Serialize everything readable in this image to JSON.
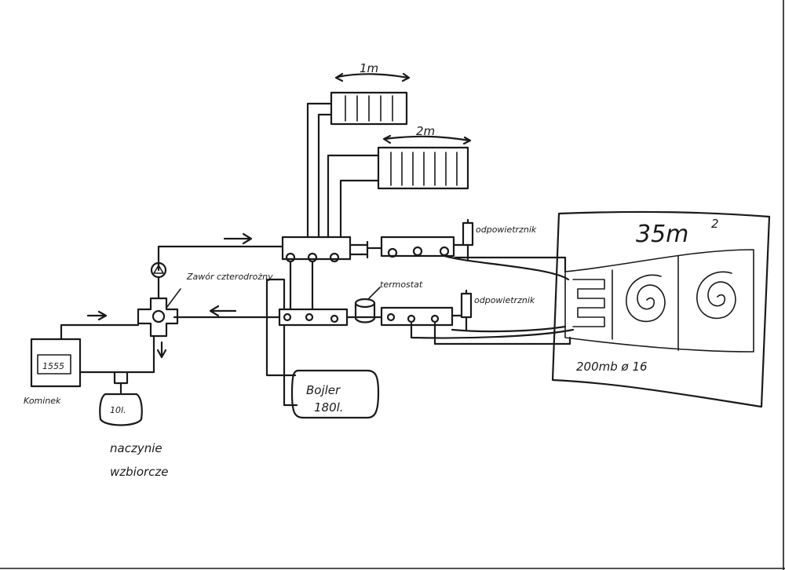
{
  "labels": {
    "radiator_top_length": "1m",
    "radiator_mid_length": "2m",
    "floor_area": "35m",
    "floor_area_exp": "2",
    "floor_pipe": "200mb ø 16",
    "vent_top": "odpowietrznik",
    "vent_bottom": "odpowietrznik",
    "thermostat": "termostat",
    "valve": "Zawór czterodrożny",
    "boiler_line1": "Bojler",
    "boiler_line2": "180l.",
    "fireplace": "Kominek",
    "fireplace_display": "1555",
    "expansion_tank_cap": "10l.",
    "expansion_tank_line1": "naczynie",
    "expansion_tank_line2": "wzbiorcze"
  },
  "colors": {
    "ink": "#1a1a1a",
    "paper": "#ffffff"
  }
}
